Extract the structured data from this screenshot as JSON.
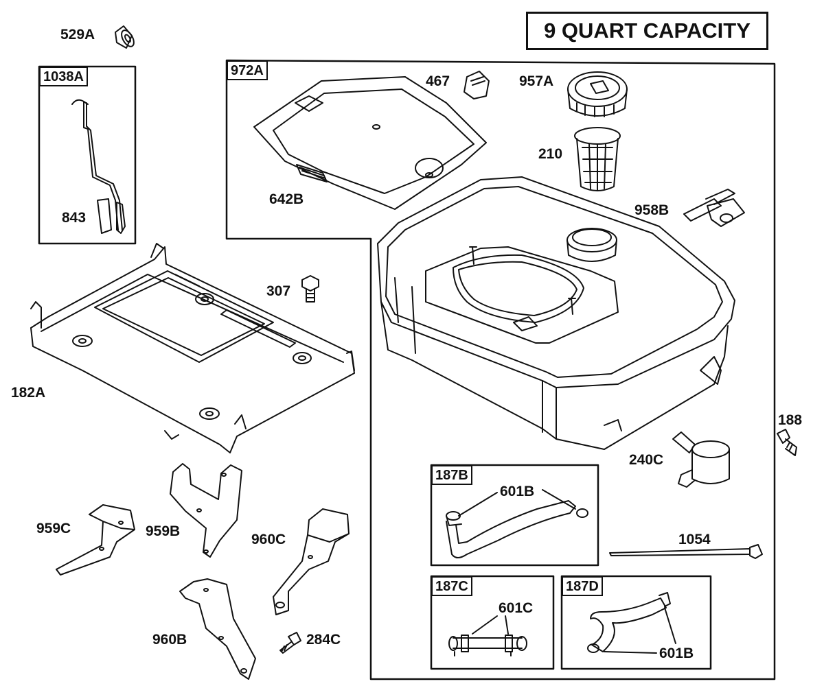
{
  "title": "9 QUART CAPACITY",
  "groups": {
    "g1038A": "1038A",
    "g972A": "972A",
    "g187B": "187B",
    "g187C": "187C",
    "g187D": "187D"
  },
  "parts": {
    "p529A": "529A",
    "p843": "843",
    "p182A": "182A",
    "p307": "307",
    "p642B": "642B",
    "p467": "467",
    "p957A": "957A",
    "p210": "210",
    "p958B": "958B",
    "p188": "188",
    "p240C": "240C",
    "p601B_a": "601B",
    "p1054": "1054",
    "p601C": "601C",
    "p601B_b": "601B",
    "p959C": "959C",
    "p959B": "959B",
    "p960C": "960C",
    "p960B": "960B",
    "p284C": "284C"
  }
}
